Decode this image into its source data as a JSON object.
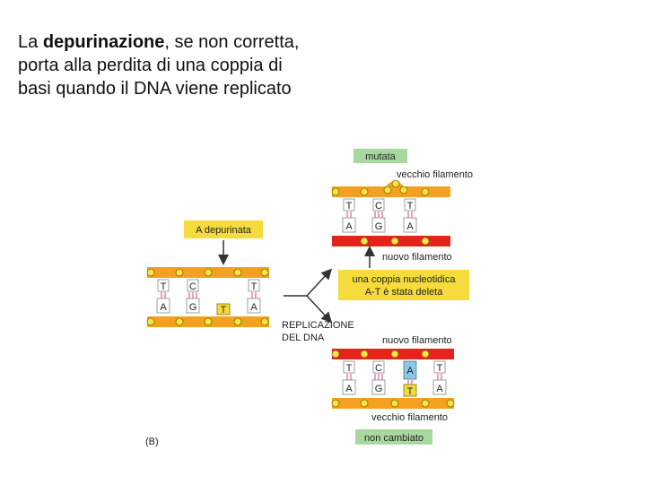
{
  "text": {
    "line1_pre": "La ",
    "line1_bold": "depurinazione",
    "line1_post": ", se non corretta,",
    "line2": "porta alla perdita di una coppia di",
    "line3": "basi quando il DNA viene replicato"
  },
  "labels": {
    "a_depurinata": "A depurinata",
    "replicazione_1": "REPLICAZIONE",
    "replicazione_2": "DEL DNA",
    "mutata": "mutata",
    "vecchio_filamento_top": "vecchio filamento",
    "nuovo_filamento_top": "nuovo filamento",
    "coppia_1": "una coppia nucleotidica",
    "coppia_2": "A-T è stata deleta",
    "nuovo_filamento_bottom": "nuovo filamento",
    "vecchio_filamento_bottom": "vecchio filamento",
    "non_cambiato": "non cambiato",
    "panel": "(B)"
  },
  "bases": {
    "left_top": [
      "T",
      "C",
      "T"
    ],
    "left_bottom": [
      "A",
      "G",
      "T",
      "A"
    ],
    "top_right_upper": [
      "T",
      "C",
      "T"
    ],
    "top_right_lower": [
      "A",
      "G",
      "A"
    ],
    "bottom_right_upper": [
      "T",
      "C",
      "A",
      "T"
    ],
    "bottom_right_lower": [
      "A",
      "G",
      "T",
      "A"
    ]
  },
  "colors": {
    "orange_strand": "#f5a020",
    "red_strand": "#e4231b",
    "phosphate": "#f5e34a",
    "yellow_label": "#f5dc3c",
    "green_label": "#a8d8a0",
    "blue_base": "#8ec8e8",
    "pink_bond": "#d0408a"
  }
}
